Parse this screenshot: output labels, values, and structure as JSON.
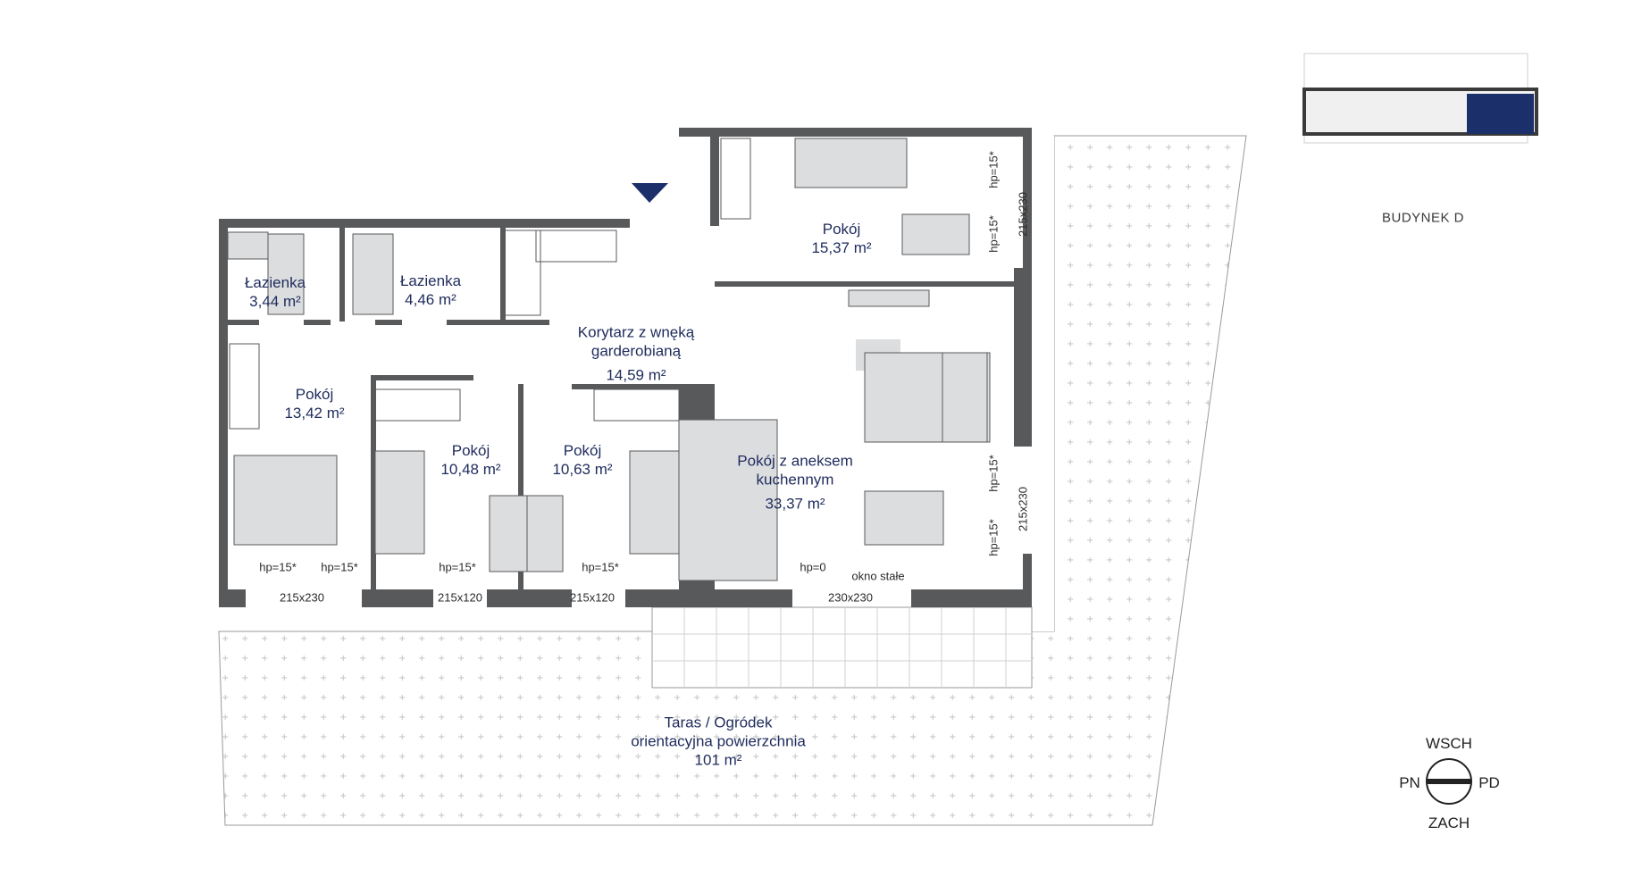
{
  "rooms": [
    {
      "name": "Łazienka",
      "area": "3,44 m²"
    },
    {
      "name": "Łazienka",
      "area": "4,46 m²"
    },
    {
      "name": "Korytarz z wnęką garderobianą",
      "name_line1": "Korytarz z wnęką",
      "name_line2": "garderobianą",
      "area": "14,59 m²"
    },
    {
      "name": "Pokój",
      "area": "15,37 m²"
    },
    {
      "name": "Pokój",
      "area": "13,42 m²"
    },
    {
      "name": "Pokój",
      "area": "10,48 m²"
    },
    {
      "name": "Pokój",
      "area": "10,63 m²"
    },
    {
      "name": "Pokój z aneksem kuchennym",
      "name_line1": "Pokój z aneksem",
      "name_line2": "kuchennym",
      "area": "33,37 m²"
    }
  ],
  "terrace": {
    "line1": "Taras / Ogródek",
    "line2": "orientacyjna powierzchnia",
    "area": "101 m²"
  },
  "window_labels": {
    "hp15": "hp=15*",
    "hp0": "hp=0",
    "fixed_window": "okno stałe",
    "w1": "215x230",
    "w2": "215x120",
    "w3": "215x120",
    "w4": "230x230",
    "w5": "215x230",
    "w6": "215x230"
  },
  "building": "BUDYNEK D",
  "compass": {
    "n": "WSCH",
    "s": "ZACH",
    "w": "PN",
    "e": "PD"
  },
  "colors": {
    "wall": "#58595b",
    "furniture": "#dcdddf",
    "accent": "#1b2f6b",
    "text": "#1e2b5c"
  }
}
